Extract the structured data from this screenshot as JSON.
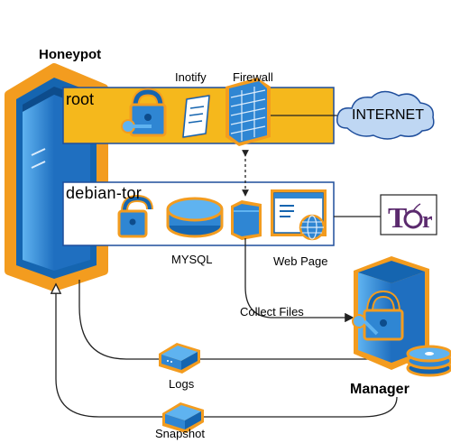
{
  "labels": {
    "honeypot": "Honeypot",
    "manager": "Manager",
    "root": "root",
    "debian_tor": "debian-tor",
    "inotify": "Inotify",
    "firewall": "Firewall",
    "internet": "INTERNET",
    "mysql": "MYSQL",
    "web_page": "Web Page",
    "collect_files": "Collect Files",
    "logs": "Logs",
    "snapshot": "Snapshot",
    "tor_logo": "Tor"
  },
  "colors": {
    "orange": "#F39C1F",
    "root_fill": "#F5B81C",
    "server_blue": "#2F86D3",
    "server_dark": "#1565B0",
    "cloud_fill": "#BFD7F3",
    "line": "#222222"
  },
  "icons": [
    "server-icon",
    "lock-icon",
    "scroll-icon",
    "firewall-icon",
    "cloud-icon",
    "unlocked-padlock-icon",
    "database-icon",
    "folder-icon",
    "web-page-icon",
    "tor-logo-icon",
    "network-device-icon",
    "manager-server-icon",
    "disk-stack-icon"
  ]
}
